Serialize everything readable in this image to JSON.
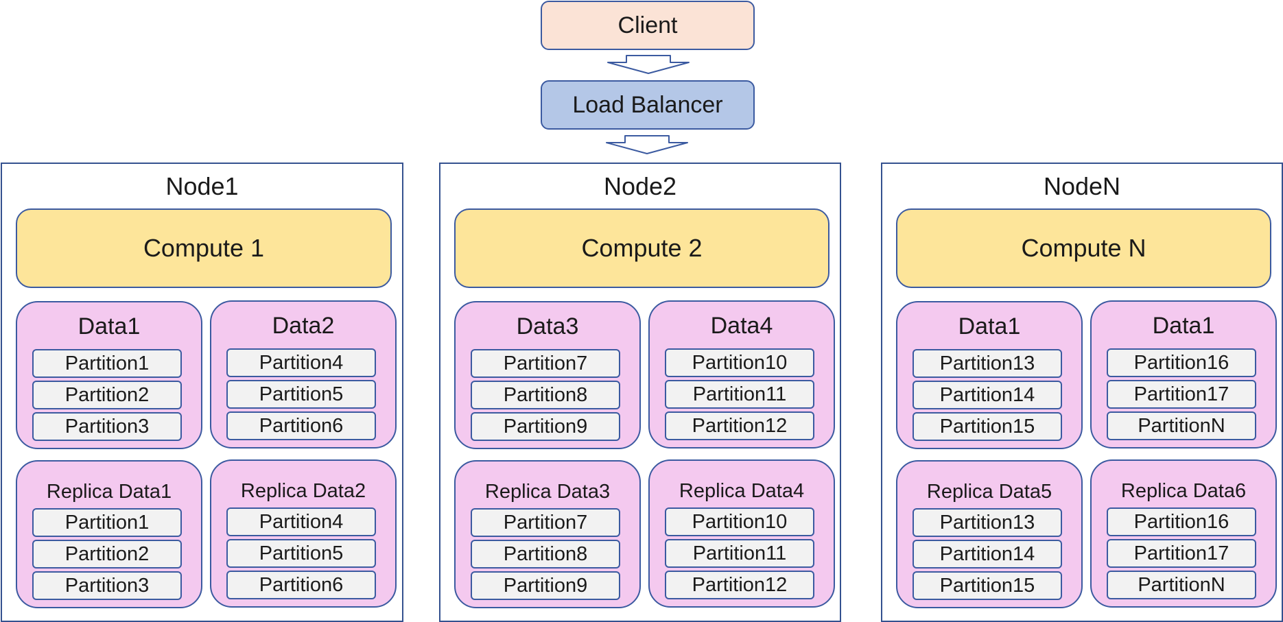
{
  "client": {
    "label": "Client"
  },
  "load_balancer": {
    "label": "Load Balancer"
  },
  "colors": {
    "client_fill": "#fbe3d6",
    "load_balancer_fill": "#b4c7e7",
    "compute_fill": "#fde59a",
    "data_fill": "#f4c9ef",
    "partition_fill": "#f2f2f2",
    "border": "#3b5aa0"
  },
  "nodes": [
    {
      "title": "Node1",
      "compute": "Compute 1",
      "data": [
        {
          "title": "Data1",
          "replica": false,
          "partitions": [
            "Partition1",
            "Partition2",
            "Partition3"
          ]
        },
        {
          "title": "Data2",
          "replica": false,
          "partitions": [
            "Partition4",
            "Partition5",
            "Partition6"
          ]
        },
        {
          "title": "Replica Data1",
          "replica": true,
          "partitions": [
            "Partition1",
            "Partition2",
            "Partition3"
          ]
        },
        {
          "title": "Replica Data2",
          "replica": true,
          "partitions": [
            "Partition4",
            "Partition5",
            "Partition6"
          ]
        }
      ]
    },
    {
      "title": "Node2",
      "compute": "Compute 2",
      "data": [
        {
          "title": "Data3",
          "replica": false,
          "partitions": [
            "Partition7",
            "Partition8",
            "Partition9"
          ]
        },
        {
          "title": "Data4",
          "replica": false,
          "partitions": [
            "Partition10",
            "Partition11",
            "Partition12"
          ]
        },
        {
          "title": "Replica Data3",
          "replica": true,
          "partitions": [
            "Partition7",
            "Partition8",
            "Partition9"
          ]
        },
        {
          "title": "Replica Data4",
          "replica": true,
          "partitions": [
            "Partition10",
            "Partition11",
            "Partition12"
          ]
        }
      ]
    },
    {
      "title": "NodeN",
      "compute": "Compute N",
      "data": [
        {
          "title": "Data1",
          "replica": false,
          "partitions": [
            "Partition13",
            "Partition14",
            "Partition15"
          ]
        },
        {
          "title": "Data1",
          "replica": false,
          "partitions": [
            "Partition16",
            "Partition17",
            "PartitionN"
          ]
        },
        {
          "title": "Replica Data5",
          "replica": true,
          "partitions": [
            "Partition13",
            "Partition14",
            "Partition15"
          ]
        },
        {
          "title": "Replica Data6",
          "replica": true,
          "partitions": [
            "Partition16",
            "Partition17",
            "PartitionN"
          ]
        }
      ]
    }
  ]
}
